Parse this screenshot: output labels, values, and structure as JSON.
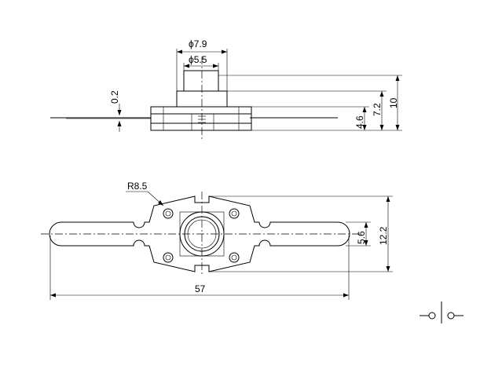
{
  "drawing": {
    "side_view": {
      "dim_outer_diameter": "ϕ7.9",
      "dim_inner_diameter": "ϕ5.5",
      "dim_lead_thickness": "0.2",
      "dim_height_total": "10",
      "dim_height_mid": "7.2",
      "dim_height_base": "4.6"
    },
    "top_view": {
      "dim_radius": "R8.5",
      "dim_total_length": "57",
      "dim_button_width": "5.6",
      "dim_body_width": "12.2"
    },
    "schematic_symbol": "push-button-switch-symbol"
  }
}
